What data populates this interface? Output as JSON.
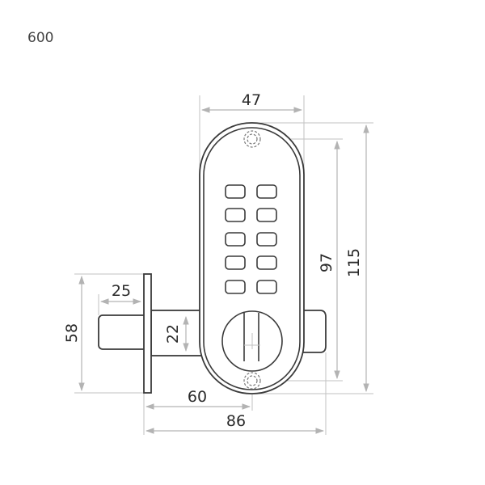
{
  "label_code": "600",
  "dimensions": {
    "body_width": "47",
    "total_height": "115",
    "screw_spacing": "97",
    "plate_height": "58",
    "bolt_length": "25",
    "shaft_height": "22",
    "backset_to_center": "60",
    "total_depth": "86"
  },
  "colors": {
    "outline": "#3a3a3a",
    "dimension": "#b3b3b3"
  }
}
